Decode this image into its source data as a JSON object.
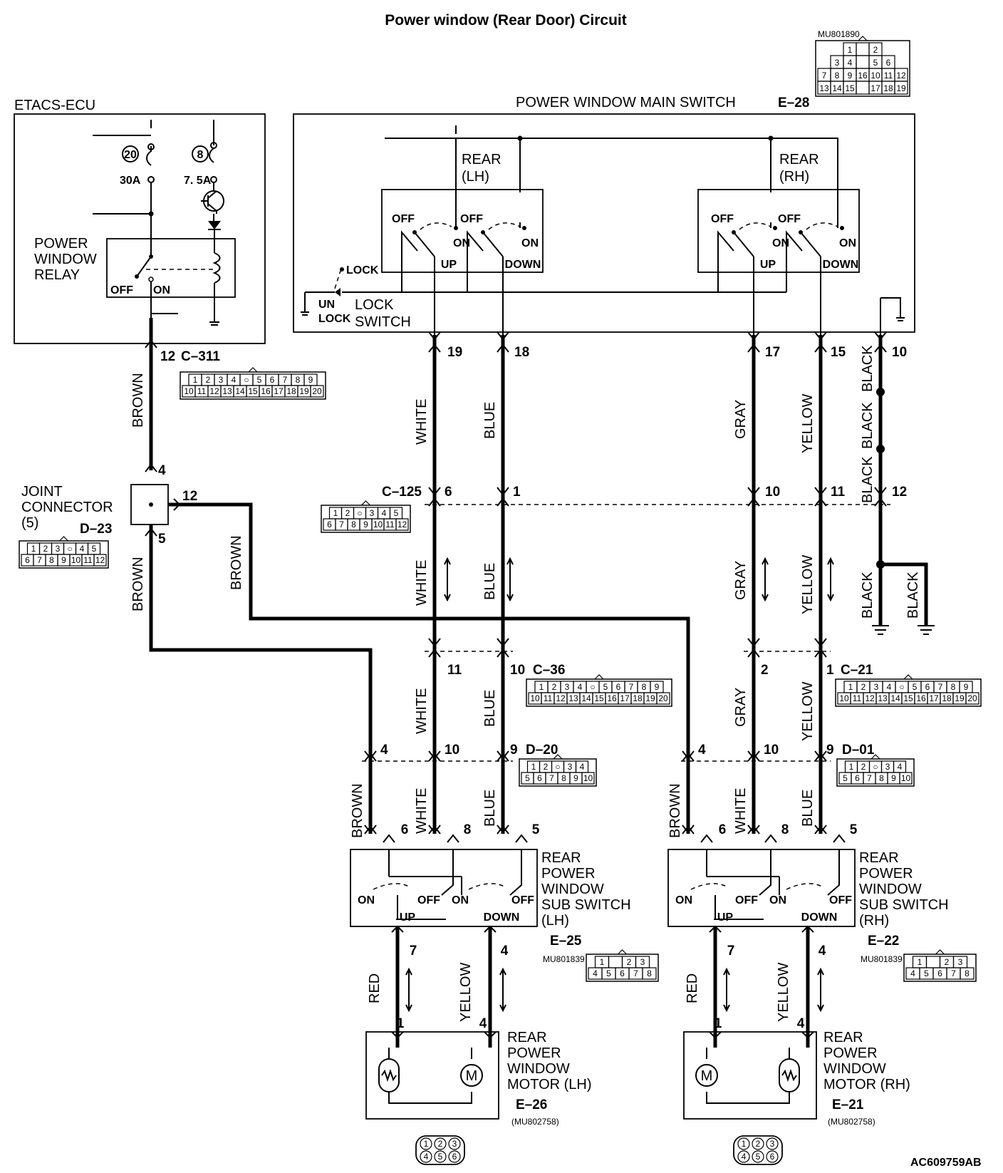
{
  "title": "Power window (Rear Door) Circuit",
  "footer_code": "AC609759AB",
  "etacs": {
    "label": "ETACS-ECU",
    "fuse_20_num": "20",
    "fuse_20_rating": "30A",
    "fuse_8_num": "8",
    "fuse_8_rating": "7. 5A",
    "relay_l1": "POWER",
    "relay_l2": "WINDOW",
    "relay_l3": "RELAY",
    "relay_off": "OFF",
    "relay_on": "ON"
  },
  "main_switch": {
    "label": "POWER WINDOW MAIN SWITCH",
    "code": "E–28",
    "part_no": "MU801890",
    "conn_rows": [
      [
        "1",
        "",
        "2"
      ],
      [
        "3",
        "4",
        "",
        "5",
        "6"
      ],
      [
        "7",
        "8",
        "9",
        "16",
        "10",
        "11",
        "12"
      ],
      [
        "13",
        "14",
        "15",
        "",
        "17",
        "18",
        "19"
      ]
    ],
    "rear_lh_1": "REAR",
    "rear_lh_2": "(LH)",
    "rear_rh_1": "REAR",
    "rear_rh_2": "(RH)",
    "off": "OFF",
    "on": "ON",
    "up": "UP",
    "down": "DOWN",
    "lock": "LOCK",
    "unlock_1": "UN",
    "unlock_2": "LOCK",
    "lock_switch_1": "LOCK",
    "lock_switch_2": "SWITCH",
    "pins": {
      "p19": "19",
      "p18": "18",
      "p17": "17",
      "p15": "15",
      "p10": "10"
    }
  },
  "c311": {
    "id": "C–311",
    "pin": "12",
    "row1": [
      "1",
      "2",
      "3",
      "4",
      "○",
      "5",
      "6",
      "7",
      "8",
      "9"
    ],
    "row2": [
      "10",
      "11",
      "12",
      "13",
      "14",
      "15",
      "16",
      "17",
      "18",
      "19",
      "20"
    ]
  },
  "joint": {
    "l1": "JOINT",
    "l2": "CONNECTOR",
    "l3": "(5)",
    "id": "D–23",
    "pin_top": "4",
    "pin_right": "12",
    "pin_bottom": "5",
    "row1": [
      "1",
      "2",
      "3",
      "○",
      "4",
      "5"
    ],
    "row2": [
      "6",
      "7",
      "8",
      "9",
      "10",
      "11",
      "12"
    ]
  },
  "c125": {
    "id": "C–125",
    "pins": [
      "6",
      "1",
      "10",
      "11",
      "12"
    ],
    "row1": [
      "1",
      "2",
      "○",
      "3",
      "4",
      "5"
    ],
    "row2": [
      "6",
      "7",
      "8",
      "9",
      "10",
      "11",
      "12"
    ]
  },
  "c36": {
    "id": "C–36",
    "pins": [
      "11",
      "10"
    ],
    "row1": [
      "1",
      "2",
      "3",
      "4",
      "○",
      "5",
      "6",
      "7",
      "8",
      "9"
    ],
    "row2": [
      "10",
      "11",
      "12",
      "13",
      "14",
      "15",
      "16",
      "17",
      "18",
      "19",
      "20"
    ]
  },
  "c21": {
    "id": "C–21",
    "pins": [
      "2",
      "1"
    ],
    "row1": [
      "1",
      "2",
      "3",
      "4",
      "○",
      "5",
      "6",
      "7",
      "8",
      "9"
    ],
    "row2": [
      "10",
      "11",
      "12",
      "13",
      "14",
      "15",
      "16",
      "17",
      "18",
      "19",
      "20"
    ]
  },
  "d20": {
    "id": "D–20",
    "pins": [
      "4",
      "10",
      "9"
    ],
    "row1": [
      "1",
      "2",
      "○",
      "3",
      "4"
    ],
    "row2": [
      "5",
      "6",
      "7",
      "8",
      "9",
      "10"
    ]
  },
  "d01": {
    "id": "D–01",
    "pins": [
      "4",
      "10",
      "9"
    ],
    "row1": [
      "1",
      "2",
      "○",
      "3",
      "4"
    ],
    "row2": [
      "5",
      "6",
      "7",
      "8",
      "9",
      "10"
    ]
  },
  "wires": {
    "brown": "BROWN",
    "white": "WHITE",
    "blue": "BLUE",
    "gray": "GRAY",
    "yellow": "YELLOW",
    "black": "BLACK",
    "red": "RED"
  },
  "sub_lh": {
    "l1": "REAR",
    "l2": "POWER",
    "l3": "WINDOW",
    "l4": "SUB SWITCH",
    "l5": "(LH)",
    "id": "E–25",
    "part_no": "MU801839",
    "pins_top": [
      "6",
      "8",
      "5"
    ],
    "pins_bottom": [
      "7",
      "4"
    ],
    "on": "ON",
    "off": "OFF",
    "up": "UP",
    "down": "DOWN",
    "row1": [
      "1",
      "",
      "2",
      "3"
    ],
    "row2": [
      "4",
      "5",
      "6",
      "7",
      "8"
    ]
  },
  "sub_rh": {
    "l1": "REAR",
    "l2": "POWER",
    "l3": "WINDOW",
    "l4": "SUB SWITCH",
    "l5": "(RH)",
    "id": "E–22",
    "part_no": "MU801839",
    "pins_top": [
      "6",
      "8",
      "5"
    ],
    "pins_bottom": [
      "7",
      "4"
    ],
    "on": "ON",
    "off": "OFF",
    "up": "UP",
    "down": "DOWN",
    "row1": [
      "1",
      "",
      "2",
      "3"
    ],
    "row2": [
      "4",
      "5",
      "6",
      "7",
      "8"
    ]
  },
  "motor_lh": {
    "l1": "REAR",
    "l2": "POWER",
    "l3": "WINDOW",
    "l4": "MOTOR (LH)",
    "id": "E–26",
    "part_no": "(MU802758)",
    "pins": [
      "1",
      "4"
    ],
    "m": "M",
    "conn": [
      "1",
      "2",
      "3",
      "4",
      "5",
      "6"
    ]
  },
  "motor_rh": {
    "l1": "REAR",
    "l2": "POWER",
    "l3": "WINDOW",
    "l4": "MOTOR (RH)",
    "id": "E–21",
    "part_no": "(MU802758)",
    "pins": [
      "1",
      "4"
    ],
    "m": "M",
    "conn": [
      "1",
      "2",
      "3",
      "4",
      "5",
      "6"
    ]
  }
}
